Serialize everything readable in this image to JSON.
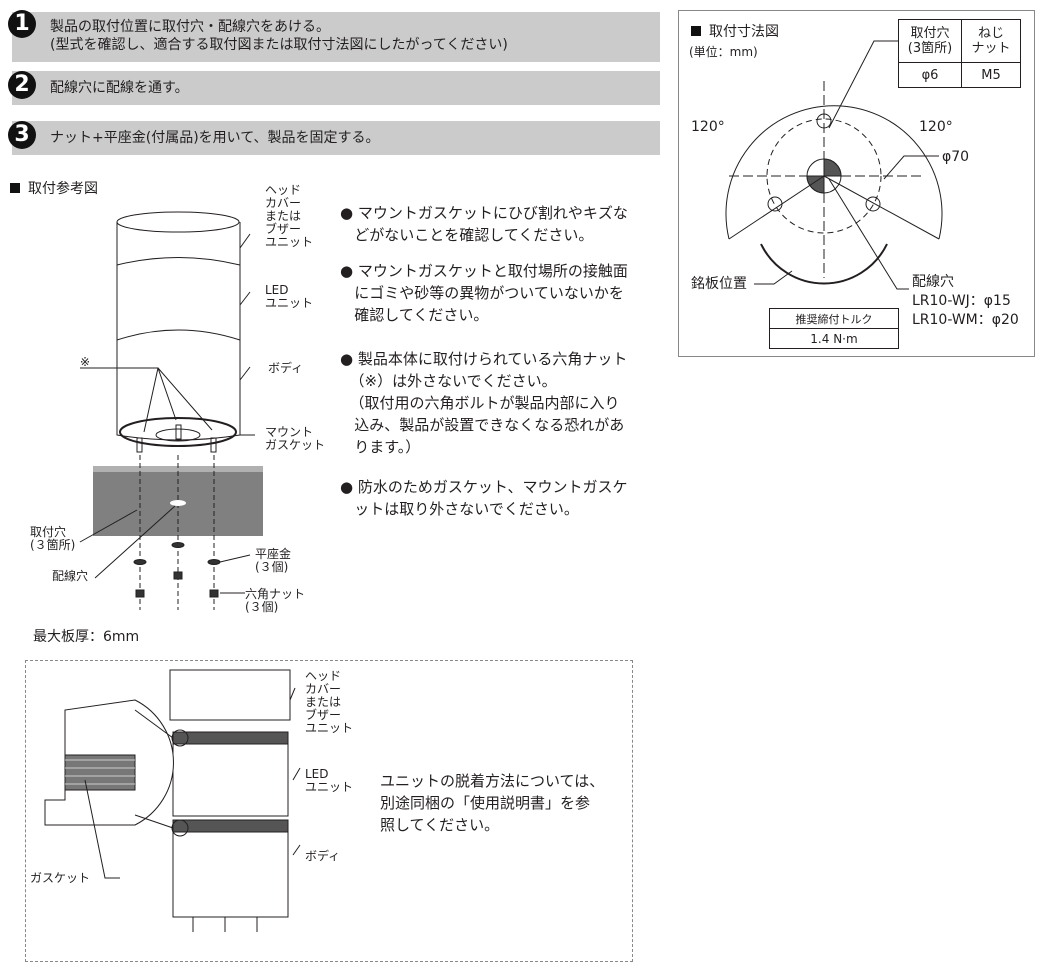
{
  "steps": [
    {
      "num": "1",
      "line1": "製品の取付位置に取付穴・配線穴をあける。",
      "line2": "(型式を確認し、適合する取付図または取付寸法図にしたがってください)"
    },
    {
      "num": "2",
      "line1": "配線穴に配線を通す。"
    },
    {
      "num": "3",
      "line1": "ナット+平座金(付属品)を用いて、製品を固定する。"
    }
  ],
  "reference": {
    "title": "取付参考図",
    "labels": {
      "head": "ヘッド\nカバー\nまたは\nブザー\nユニット",
      "led": "LED\nユニット",
      "body": "ボディ",
      "gasket": "マウント\nガスケット",
      "mark": "※",
      "hole": "取付穴\n(３箇所)",
      "wire": "配線穴",
      "washer": "平座金\n(３個)",
      "nut": "六角ナット\n(３個)"
    },
    "bullets": [
      "● マウントガスケットにひび割れやキズな\n   どがないことを確認してください。",
      "● マウントガスケットと取付場所の接触面\n   にゴミや砂等の異物がついていないかを\n   確認してください。",
      "● 製品本体に取付けられている六角ナット\n  （※）は外さないでください。\n  （取付用の六角ボルトが製品内部に入り\n   込み、製品が設置できなくなる恐れがあ\n   ります。）",
      "● 防水のためガスケット、マウントガスケ\n   ットは取り外さないでください。"
    ],
    "max_thickness": "最大板厚：6mm"
  },
  "detach": {
    "labels": {
      "head": "ヘッド\nカバー\nまたは\nブザー\nユニット",
      "led": "LED\nユニット",
      "body": "ボディ",
      "gasket": "ガスケット"
    },
    "note": "ユニットの脱着方法については、\n別途同梱の「使用説明書」を参\n照してください。"
  },
  "dimensions": {
    "title": "取付寸法図",
    "unit": "(単位：mm)",
    "table": {
      "h1": "取付穴\n(3箇所)",
      "h2": "ねじ\nナット",
      "v1": "φ6",
      "v2": "M5"
    },
    "angle_left": "120°",
    "angle_right": "120°",
    "diameter": "φ70",
    "nameplate": "銘板位置",
    "wire_hole": "配線穴",
    "wj": "LR10-WJ：φ15",
    "wm": "LR10-WM：φ20",
    "torque_label": "推奨締付トルク",
    "torque_value": "1.4 N·m"
  }
}
